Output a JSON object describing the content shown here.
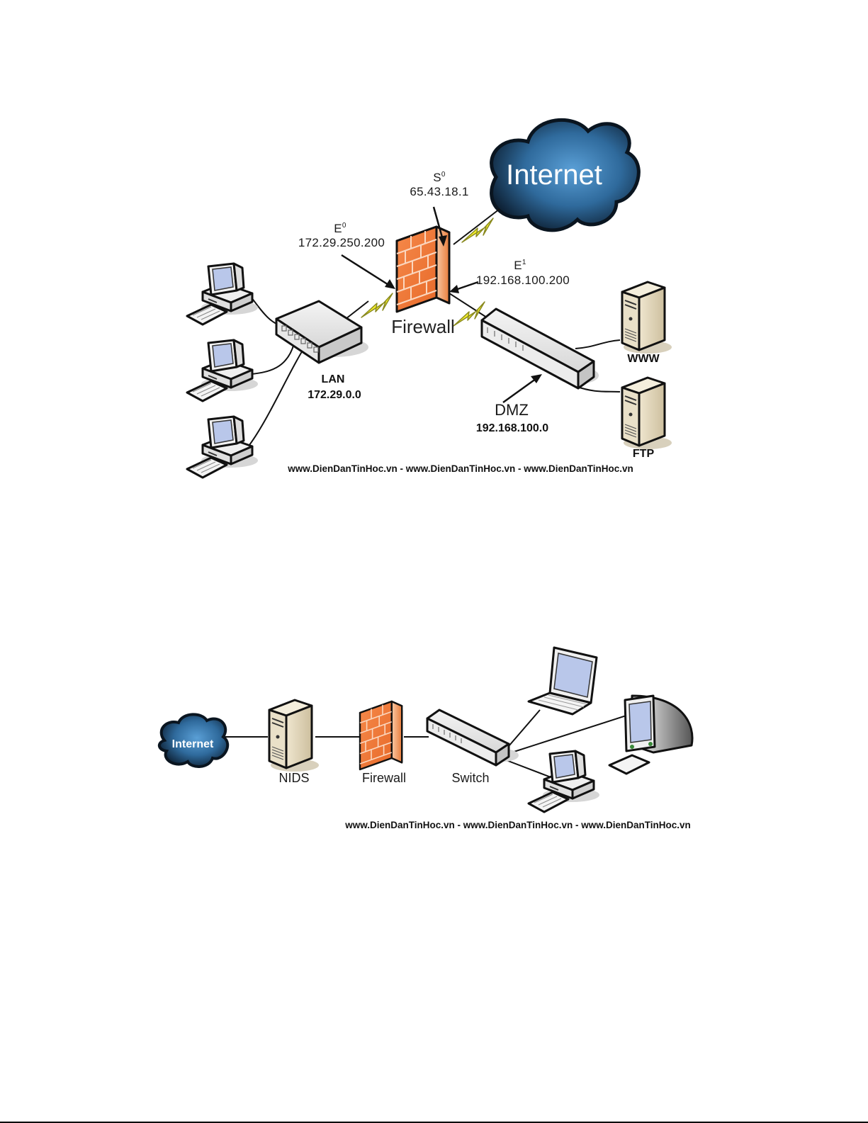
{
  "diagram1": {
    "cloud_label": "Internet",
    "firewall_label": "Firewall",
    "s0": {
      "iface": "S",
      "sub": "0",
      "ip": "65.43.18.1"
    },
    "e0": {
      "iface": "E",
      "sub": "0",
      "ip": "172.29.250.200"
    },
    "e1": {
      "iface": "E",
      "sub": "1",
      "ip": "192.168.100.200"
    },
    "lan": {
      "name": "LAN",
      "network": "172.29.0.0"
    },
    "dmz": {
      "name": "DMZ",
      "network": "192.168.100.0"
    },
    "servers": [
      {
        "label": "WWW"
      },
      {
        "label": "FTP"
      }
    ],
    "watermark": "www.DienDanTinHoc.vn - www.DienDanTinHoc.vn - www.DienDanTinHoc.vn"
  },
  "diagram2": {
    "cloud_label": "Internet",
    "nodes": [
      {
        "label": "NIDS"
      },
      {
        "label": "Firewall"
      },
      {
        "label": "Switch"
      }
    ],
    "watermark": "www.DienDanTinHoc.vn - www.DienDanTinHoc.vn - www.DienDanTinHoc.vn"
  },
  "colors": {
    "firewall": "#f07a3a",
    "cloud_dark": "#0e2236",
    "cloud_light": "#4a8fc8",
    "lightning": "#f4ee2a",
    "server": "#e6dcc4"
  }
}
